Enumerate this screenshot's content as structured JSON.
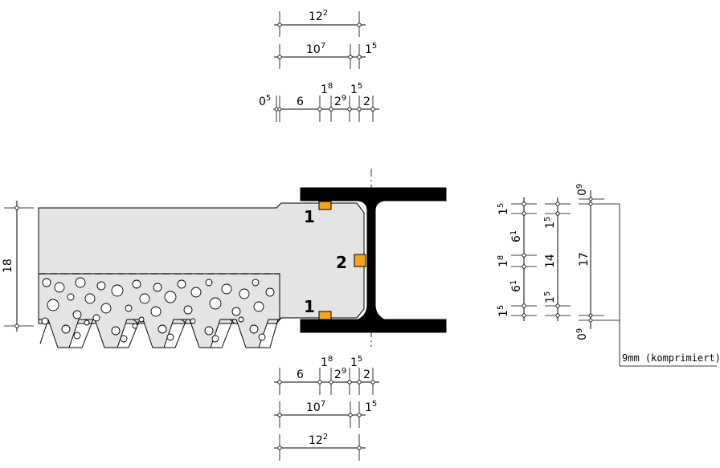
{
  "top_dimensions": {
    "row1": {
      "overall": {
        "base": "12",
        "sup": "2"
      }
    },
    "row2": {
      "main": {
        "base": "10",
        "sup": "7"
      },
      "small": {
        "base": "1",
        "sup": "5"
      }
    },
    "row3": {
      "a": {
        "base": "0",
        "sup": "5"
      },
      "b": {
        "base": "6",
        "sup": ""
      },
      "c": {
        "base": "1",
        "sup": "8"
      },
      "d": {
        "base": "2",
        "sup": "9"
      },
      "e": {
        "base": "1",
        "sup": "5"
      },
      "f": {
        "base": "2",
        "sup": ""
      }
    }
  },
  "bottom_dimensions": {
    "row1": {
      "b": {
        "base": "6",
        "sup": ""
      },
      "c": {
        "base": "1",
        "sup": "8"
      },
      "d": {
        "base": "2",
        "sup": "9"
      },
      "e": {
        "base": "1",
        "sup": "5"
      },
      "f": {
        "base": "2",
        "sup": ""
      }
    },
    "row2": {
      "main": {
        "base": "10",
        "sup": "7"
      },
      "small": {
        "base": "1",
        "sup": "5"
      }
    },
    "row3": {
      "overall": {
        "base": "12",
        "sup": "2"
      }
    }
  },
  "left_dimension": {
    "value": "18"
  },
  "markers": {
    "seal_top": "1",
    "seal_side": "2",
    "seal_bottom": "1"
  },
  "right_detail": {
    "col1": [
      {
        "base": "1",
        "sup": "5"
      },
      {
        "base": "6",
        "sup": "1"
      },
      {
        "base": "1",
        "sup": "8"
      },
      {
        "base": "6",
        "sup": "1"
      },
      {
        "base": "1",
        "sup": "5"
      }
    ],
    "col2": [
      {
        "base": "1",
        "sup": "5"
      },
      {
        "base": "14",
        "sup": ""
      },
      {
        "base": "1",
        "sup": "5"
      }
    ],
    "col3": [
      {
        "base": "0",
        "sup": "9"
      },
      {
        "base": "17",
        "sup": ""
      },
      {
        "base": "0",
        "sup": "9"
      }
    ],
    "note": "9mm (komprimiert)"
  },
  "colors": {
    "seal": "#f7a21b",
    "panel": "#e4e4e4",
    "steel": "#000000",
    "line": "#000000"
  }
}
